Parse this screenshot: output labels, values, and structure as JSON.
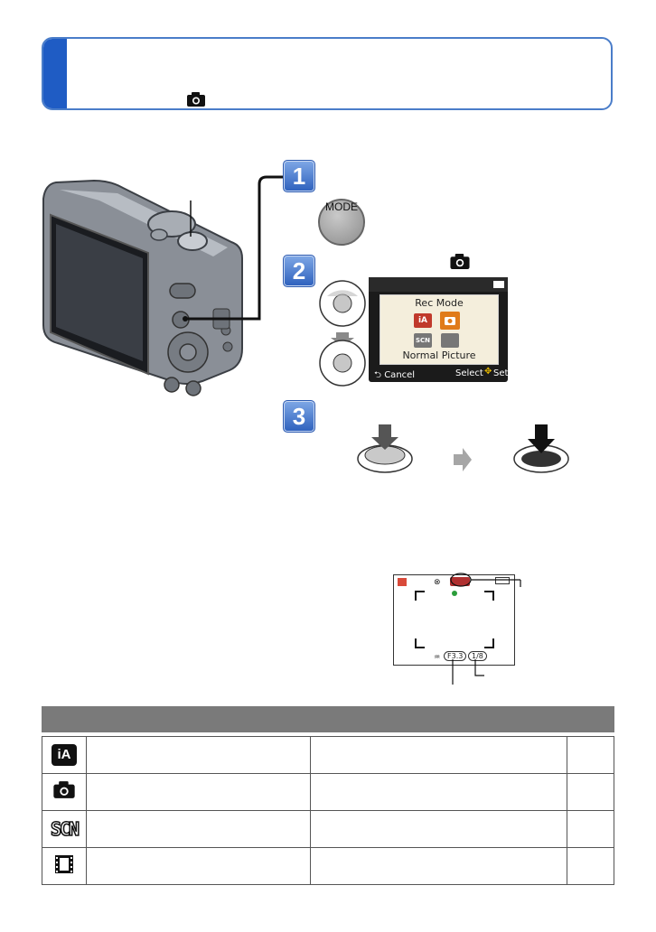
{
  "menu": {
    "title": "Rec Mode",
    "label": "Normal Picture",
    "cancel": "Cancel",
    "select": "Select",
    "set": "Set"
  },
  "mode_button": "MODE",
  "steps": [
    "1",
    "2",
    "3"
  ],
  "table": {
    "rows": [
      {
        "icon": "intelligent-auto-icon",
        "icon_text": "iA"
      },
      {
        "icon": "camera-icon"
      },
      {
        "icon": "scene-icon",
        "icon_text": "SCN"
      },
      {
        "icon": "movie-icon"
      }
    ]
  },
  "screen": {
    "aperture": "F3.3",
    "shutter": "1/8"
  },
  "colors": {
    "accent": "#1f5cc4",
    "table_header": "#7a7a7a",
    "menu_bg": "#f4eedc",
    "mode_highlight": "#e07b1a"
  }
}
